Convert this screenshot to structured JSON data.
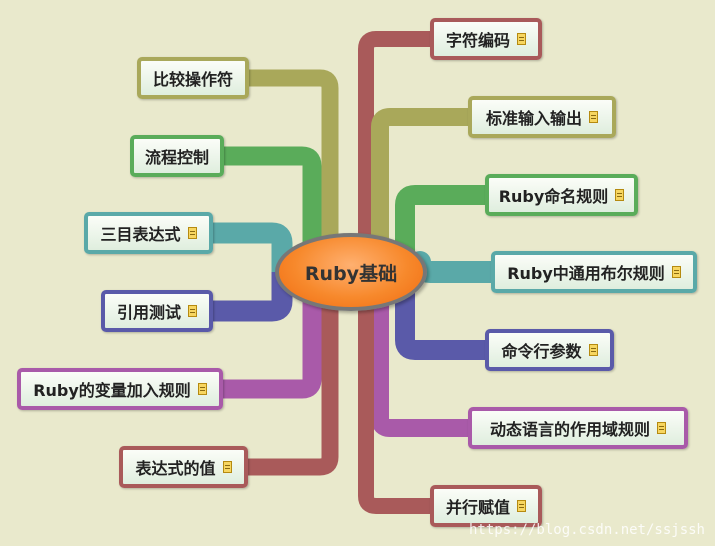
{
  "center": {
    "label": "Ruby基础"
  },
  "left_nodes": [
    {
      "label": "比较操作符",
      "color": "#a9a85a",
      "note": false
    },
    {
      "label": "流程控制",
      "color": "#5aac5a",
      "note": false
    },
    {
      "label": "三目表达式",
      "color": "#5aa9a8",
      "note": true
    },
    {
      "label": "引用测试",
      "color": "#5a5aa9",
      "note": true
    },
    {
      "label": "Ruby的变量加入规则",
      "color": "#a95aa9",
      "note": true
    },
    {
      "label": "表达式的值",
      "color": "#a95a5a",
      "note": true
    }
  ],
  "right_nodes": [
    {
      "label": "字符编码",
      "color": "#a95a5a",
      "note": true
    },
    {
      "label": "标准输入输出",
      "color": "#a9a85a",
      "note": true
    },
    {
      "label": "Ruby命名规则",
      "color": "#5aac5a",
      "note": true
    },
    {
      "label": "Ruby中通用布尔规则",
      "color": "#5aa9a8",
      "note": true
    },
    {
      "label": "命令行参数",
      "color": "#5a5aa9",
      "note": true
    },
    {
      "label": "动态语言的作用域规则",
      "color": "#a95aa9",
      "note": true
    },
    {
      "label": "并行赋值",
      "color": "#a95a5a",
      "note": true
    }
  ],
  "watermark": "https://blog.csdn.net/ssjssh"
}
